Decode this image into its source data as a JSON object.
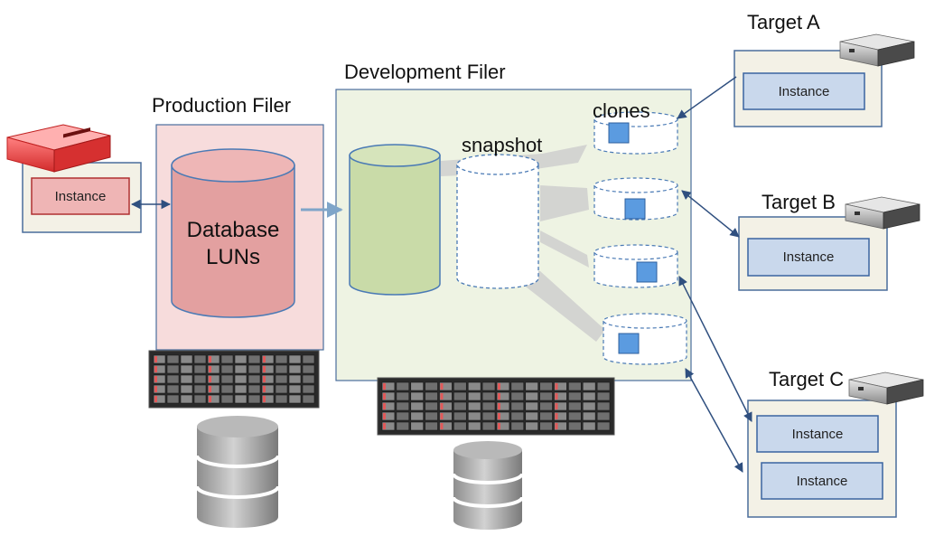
{
  "production": {
    "title": "Production Filer",
    "db_label_line1": "Database",
    "db_label_line2": "LUNs",
    "source_instance": "Instance"
  },
  "development": {
    "title": "Development Filer",
    "snapshot_label": "snapshot",
    "clones_label": "clones"
  },
  "targets": [
    {
      "title": "Target A",
      "instances": [
        "Instance"
      ]
    },
    {
      "title": "Target B",
      "instances": [
        "Instance"
      ]
    },
    {
      "title": "Target C",
      "instances": [
        "Instance",
        "Instance"
      ]
    }
  ],
  "colors": {
    "production_fill": "#f7dcdc",
    "development_fill": "#eef3e3",
    "target_fill": "#f3f1e6",
    "instance_fill": "#c9d8ec",
    "box_border": "#4a6d9c",
    "db_cylinder": "#e3a0a0",
    "green_cylinder": "#c9dba8",
    "clone_square": "#5b9be0",
    "arrow": "#2f4f7f",
    "server_red": "#e83a3a"
  }
}
